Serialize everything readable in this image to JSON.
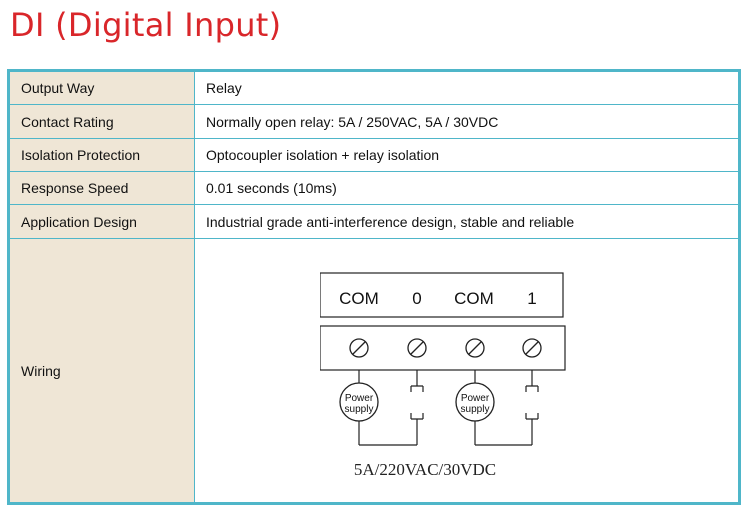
{
  "title": "DI (Digital Input)",
  "rows": [
    {
      "label": "Output Way",
      "value": "Relay"
    },
    {
      "label": "Contact Rating",
      "value": "Normally open relay: 5A / 250VAC, 5A / 30VDC"
    },
    {
      "label": "Isolation Protection",
      "value": "Optocoupler isolation + relay isolation"
    },
    {
      "label": "Response Speed",
      "value": "0.01 seconds (10ms)"
    },
    {
      "label": "Application Design",
      "value": "Industrial grade anti-interference design, stable and reliable"
    },
    {
      "label": "Wiring",
      "value": ""
    }
  ],
  "wiring": {
    "terminals": [
      "COM",
      "0",
      "COM",
      "1"
    ],
    "power_label_line1": "Power",
    "power_label_line2": "supply",
    "rating": "5A/220VAC/30VDC"
  },
  "colors": {
    "title": "#d9262a",
    "border": "#4fb6c9",
    "label_bg": "#efe6d6"
  }
}
